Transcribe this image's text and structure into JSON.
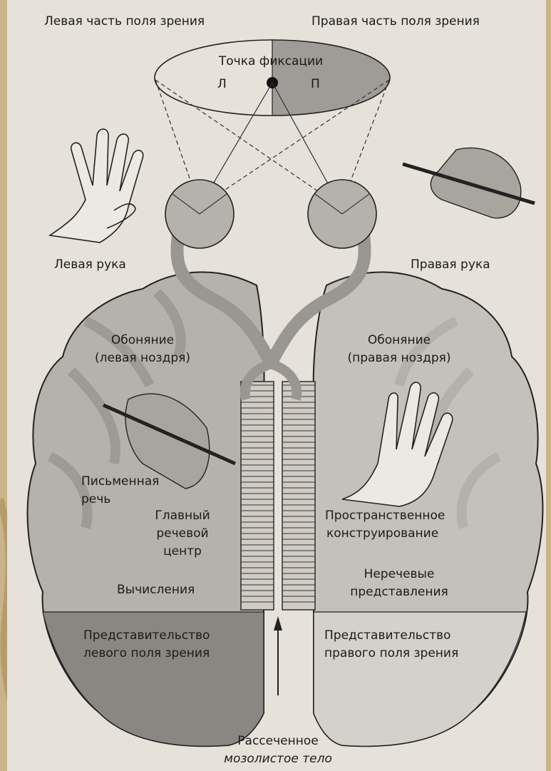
{
  "top": {
    "left_field": "Левая часть поля зрения",
    "right_field": "Правая часть поля зрения",
    "fixation_point": "Точка фиксации",
    "left_letter": "Л",
    "right_letter": "П"
  },
  "hands": {
    "left": "Левая рука",
    "right": "Правая рука"
  },
  "left_hemisphere": {
    "smell_line1": "Обоняние",
    "smell_line2": "(левая ноздря)",
    "writing_line1": "Письменная",
    "writing_line2": "речь",
    "speech_line1": "Главный",
    "speech_line2": "речевой",
    "speech_line3": "центр",
    "calc": "Вычисления",
    "visual_line1": "Представительство",
    "visual_line2": "левого поля зрения"
  },
  "right_hemisphere": {
    "smell_line1": "Обоняние",
    "smell_line2": "(правая ноздря)",
    "spatial_line1": "Пространственное",
    "spatial_line2": "конструирование",
    "nonverbal_line1": "Неречевые",
    "nonverbal_line2": "представления",
    "visual_line1": "Представительство",
    "visual_line2": "правого поля зрения"
  },
  "bottom": {
    "callosum_line1": "Рассеченное",
    "callosum_line2": "мозолистое тело"
  },
  "colors": {
    "page_border": "#c9b48a",
    "paper": "#e6e2da",
    "brain_fill": "#b5b2ac",
    "occipital_fill": "#8a8782",
    "outline": "#222222"
  }
}
